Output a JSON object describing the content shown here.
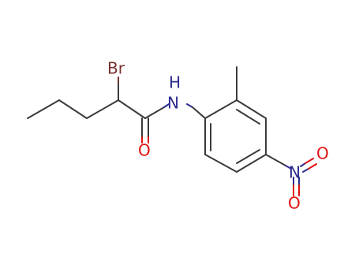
{
  "molecule": {
    "labels": {
      "br": "Br",
      "nh_n": "N",
      "nh_h": "H",
      "o_carbonyl": "O",
      "nitro_n": "N",
      "nitro_o1": "O",
      "nitro_o2": "O"
    },
    "colors": {
      "bond": "#3a3a3a",
      "carbon": "#3a3a3a",
      "nitrogen": "#2b2b8f",
      "oxygen": "#e01010",
      "bromine": "#7a2f2f",
      "background": "#ffffff"
    }
  }
}
